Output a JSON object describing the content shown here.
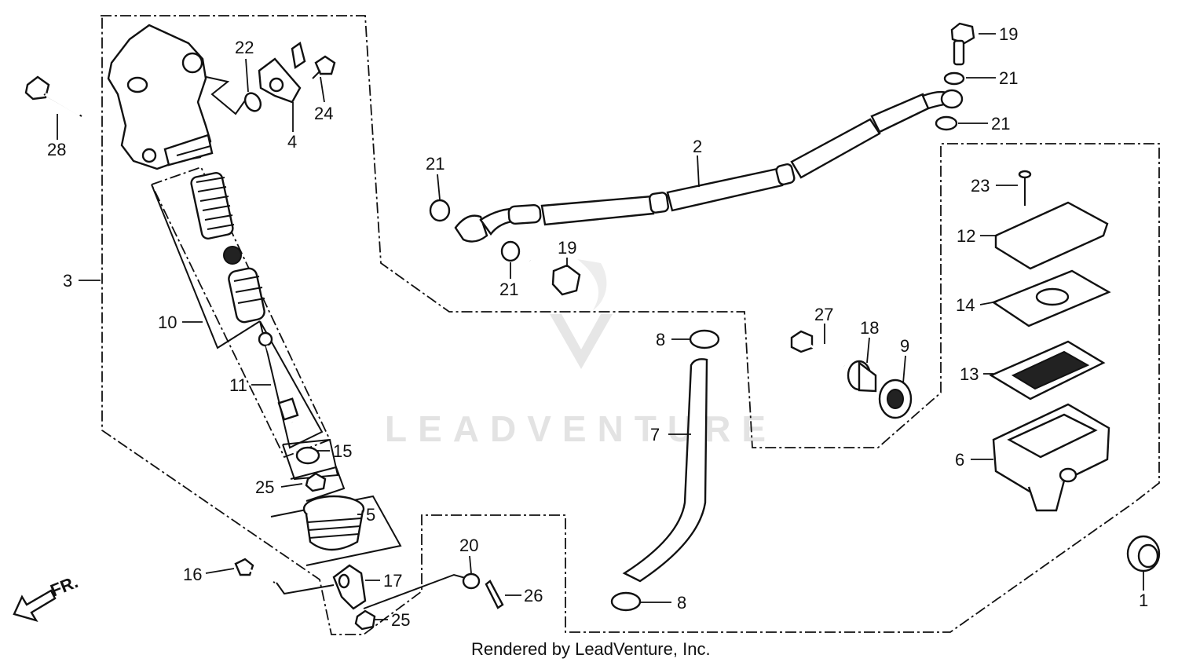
{
  "diagram": {
    "footer": "Rendered by LeadVenture, Inc.",
    "watermark": "LEADVENTURE",
    "front_marker": "FR.",
    "callouts": {
      "p1": "1",
      "p2": "2",
      "p3": "3",
      "p4": "4",
      "p5": "5",
      "p6": "6",
      "p7": "7",
      "p8a": "8",
      "p8b": "8",
      "p9": "9",
      "p10": "10",
      "p11": "11",
      "p12": "12",
      "p13": "13",
      "p14": "14",
      "p15": "15",
      "p16": "16",
      "p17": "17",
      "p18": "18",
      "p19a": "19",
      "p19b": "19",
      "p20": "20",
      "p21a": "21",
      "p21b": "21",
      "p21c": "21",
      "p21d": "21",
      "p22": "22",
      "p23": "23",
      "p24": "24",
      "p25a": "25",
      "p25b": "25",
      "p26": "26",
      "p27": "27",
      "p28": "28"
    }
  }
}
